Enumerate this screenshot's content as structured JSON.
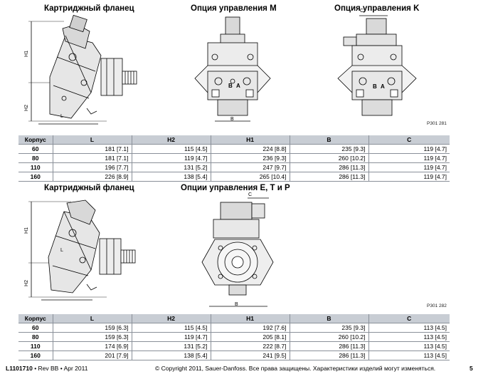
{
  "captions": {
    "top_left": "Картриджный фланец",
    "top_mid": "Опция управления M",
    "top_right": "Опция управления K",
    "bottom_left": "Картриджный фланец",
    "bottom_mid": "Опции управления E, T и P"
  },
  "drawing_codes": {
    "top": "P301 281",
    "bottom": "P301 282"
  },
  "dim_labels": {
    "h1": "H1",
    "h2": "H2",
    "l": "L",
    "b": "B",
    "c": "C",
    "port_b": "B",
    "port_a": "A"
  },
  "table_headers": [
    "Корпус",
    "L",
    "H2",
    "H1",
    "B",
    "C"
  ],
  "table_top": [
    [
      "60",
      "181 [7.1]",
      "115 [4.5]",
      "224 [8.8]",
      "235 [9.3]",
      "119 [4.7]"
    ],
    [
      "80",
      "181 [7.1]",
      "119 [4.7]",
      "236 [9.3]",
      "260 [10.2]",
      "119 [4.7]"
    ],
    [
      "110",
      "196 [7.7]",
      "131 [5.2]",
      "247 [9.7]",
      "286 [11.3]",
      "119 [4.7]"
    ],
    [
      "160",
      "226 [8.9]",
      "138 [5.4]",
      "265 [10.4]",
      "286 [11.3]",
      "119 [4.7]"
    ]
  ],
  "table_bottom": [
    [
      "60",
      "159 [6.3]",
      "115 [4.5]",
      "192 [7.6]",
      "235 [9.3]",
      "113 [4.5]"
    ],
    [
      "80",
      "159 [6.3]",
      "119 [4.7]",
      "205 [8.1]",
      "260 [10.2]",
      "113 [4.5]"
    ],
    [
      "110",
      "174 [6.9]",
      "131 [5.2]",
      "222 [8.7]",
      "286 [11.3]",
      "113 [4.5]"
    ],
    [
      "160",
      "201 [7.9]",
      "138 [5.4]",
      "241 [9.5]",
      "286 [11.3]",
      "113 [4.5]"
    ]
  ],
  "footer": {
    "doc_id": "L1101710",
    "rev": " • Rev BB • Apr 2011",
    "copyright": "© Copyright 2011, Sauer-Danfoss. Все права защищены. Характеристики изделий могут изменяться.",
    "page": "5"
  }
}
